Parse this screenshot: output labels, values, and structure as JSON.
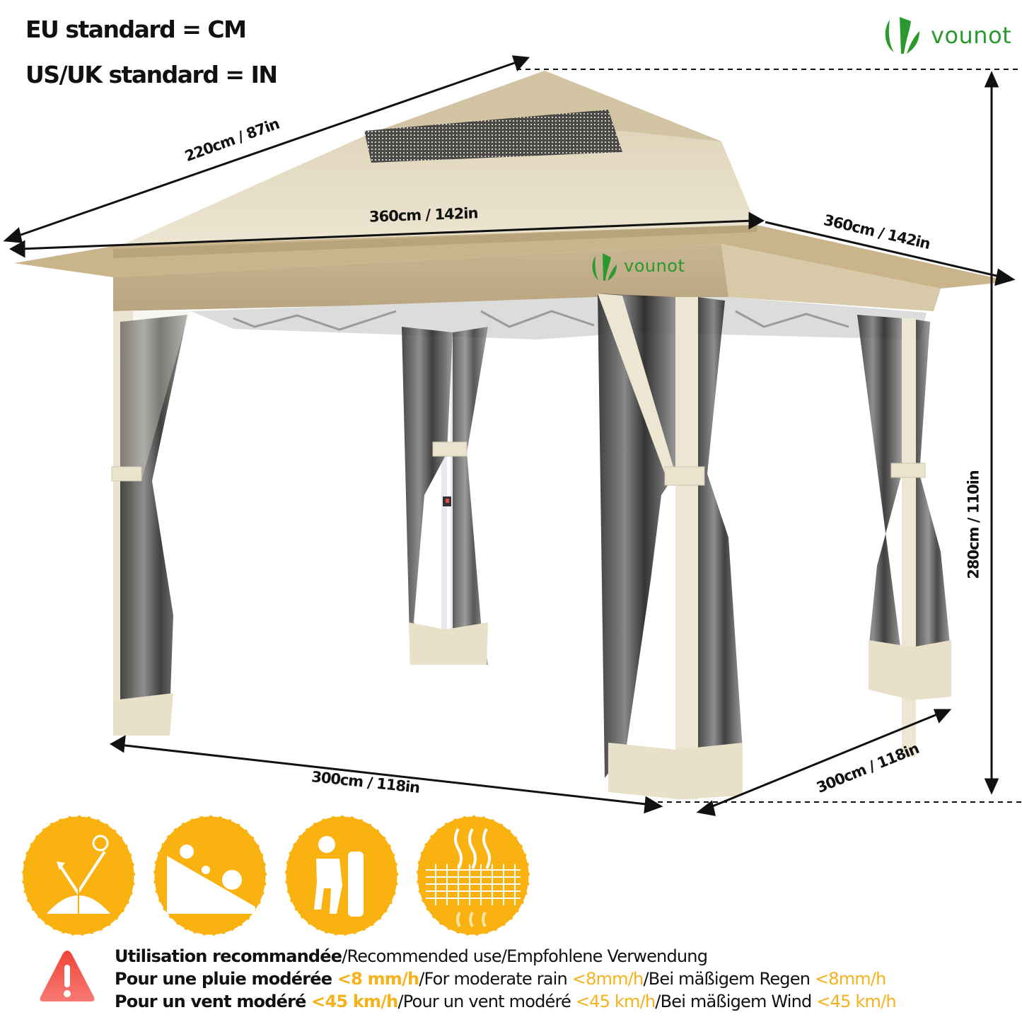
{
  "header": {
    "eu_standard": "EU standard = CM",
    "us_standard": "US/UK standard = IN"
  },
  "brand": {
    "name": "vounot",
    "color": "#2a9a2e"
  },
  "dimensions": {
    "roof_slope": "220cm / 87in",
    "canopy_width": "360cm / 142in",
    "canopy_depth": "360cm / 142in",
    "height": "280cm / 110in",
    "base_width": "300cm / 118in",
    "base_depth": "300cm / 118in"
  },
  "feature_icons": [
    {
      "name": "uv-protection-icon",
      "color": "#f9b20f"
    },
    {
      "name": "waterproof-icon",
      "color": "#f9b20f"
    },
    {
      "name": "easy-setup-icon",
      "color": "#f9b20f"
    },
    {
      "name": "breathable-fabric-icon",
      "color": "#f9b20f"
    }
  ],
  "warning": {
    "icon": "warning-triangle-icon",
    "color": "#f15a4a",
    "line1": {
      "fr": "Utilisation recommandée",
      "rest": "/Recommended use/Empfohlene Verwendung"
    },
    "line2": {
      "fr": "Pour une pluie modérée ",
      "fr_value": "<8 mm/h",
      "en": "/For moderate rain ",
      "en_value": "<8mm/h",
      "de": "/Bei mäßigem Regen ",
      "de_value": "<8mm/h"
    },
    "line3": {
      "fr": "Pour un vent modéré ",
      "fr_value": "<45 km/h",
      "en": "/Pour un vent modéré ",
      "en_value": "<45 km/h",
      "de": "/Bei mäßigem Wind ",
      "de_value": "<45 km/h"
    },
    "highlight_color": "#f5b21b"
  }
}
